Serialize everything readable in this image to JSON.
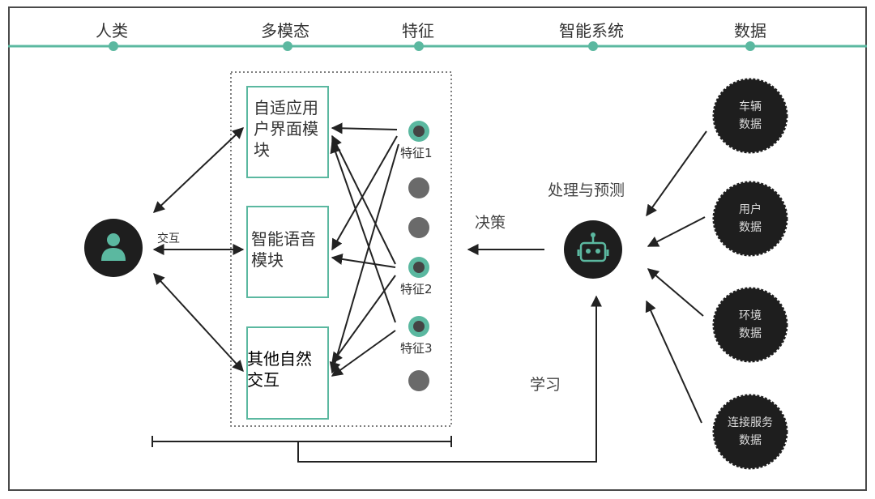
{
  "timeline": {
    "stages": [
      {
        "label": "人类"
      },
      {
        "label": "多模态"
      },
      {
        "label": "特征"
      },
      {
        "label": "智能系统"
      },
      {
        "label": "数据"
      }
    ]
  },
  "modules": [
    {
      "label": "自适应用户界面模块"
    },
    {
      "label": "智能语音模块"
    },
    {
      "label": "其他自然交互"
    }
  ],
  "features": [
    {
      "label": "特征1"
    },
    {
      "label": ""
    },
    {
      "label": ""
    },
    {
      "label": "特征2"
    },
    {
      "label": "特征3"
    },
    {
      "label": ""
    }
  ],
  "labels": {
    "interaction": "交互",
    "decision": "决策",
    "processing": "处理与预测",
    "learning": "学习"
  },
  "data_sources": [
    {
      "line1": "车辆",
      "line2": "数据"
    },
    {
      "line1": "用户",
      "line2": "数据"
    },
    {
      "line1": "环境",
      "line2": "数据"
    },
    {
      "line1": "连接服务",
      "line2": "数据"
    }
  ],
  "colors": {
    "teal": "#5bb8a0",
    "dark": "#1e1e1e",
    "line": "#222222"
  },
  "icons": {
    "human": "person-icon",
    "system": "robot-icon"
  }
}
